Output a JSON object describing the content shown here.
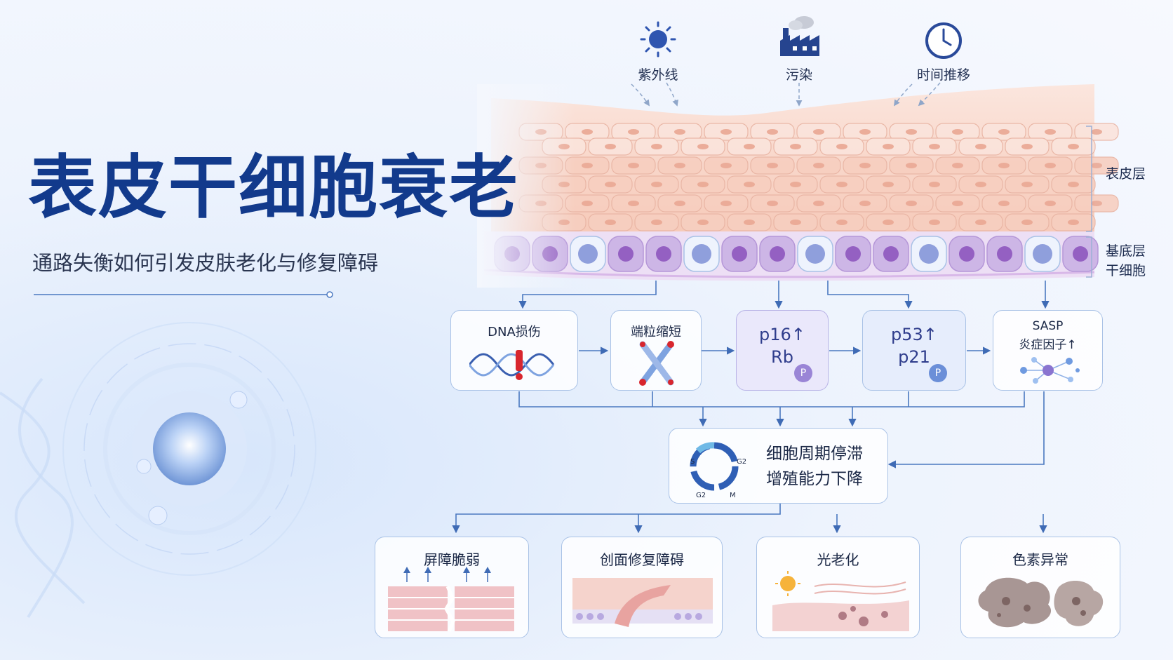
{
  "title": "表皮干细胞衰老",
  "subtitle": "通路失衡如何引发皮肤老化与修复障碍",
  "factors": [
    {
      "label": "紫外线",
      "icon": "sun-icon"
    },
    {
      "label": "污染",
      "icon": "factory-icon"
    },
    {
      "label": "时间推移",
      "icon": "clock-icon"
    }
  ],
  "layers": {
    "epidermis": "表皮层",
    "basal_line1": "基底层",
    "basal_line2": "干细胞"
  },
  "mechanisms": {
    "dna": "DNA损伤",
    "telomere": "端粒缩短",
    "p16_line1": "p16↑",
    "p16_line2": "Rb",
    "p53_line1": "p53↑",
    "p53_line2": "p21",
    "badge": "P",
    "sasp_line1": "SASP",
    "sasp_line2": "炎症因子↑"
  },
  "central": {
    "line1": "细胞周期停滞",
    "line2": "增殖能力下降",
    "phases": {
      "s": "S",
      "g2": "G2",
      "m": "M",
      "g1": "G2"
    }
  },
  "outcomes": [
    {
      "label": "屏障脆弱"
    },
    {
      "label": "创面修复障碍"
    },
    {
      "label": "光老化"
    },
    {
      "label": "色素异常"
    }
  ],
  "colors": {
    "title": "#123a8c",
    "line": "#4a78c0",
    "purple": "#8e7fd0",
    "blue_badge": "#6b8fd8"
  }
}
